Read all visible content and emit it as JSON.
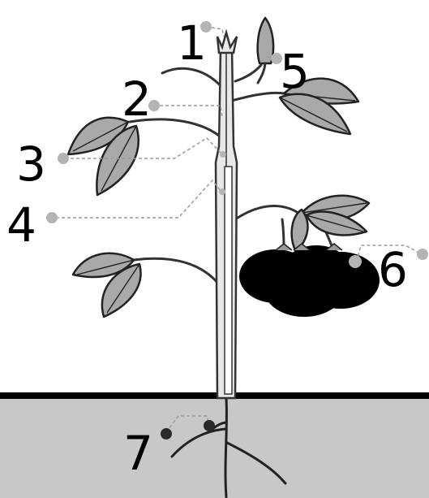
{
  "labels": [
    {
      "id": "1",
      "text": "1"
    },
    {
      "id": "2",
      "text": "2"
    },
    {
      "id": "3",
      "text": "3"
    },
    {
      "id": "4",
      "text": "4"
    },
    {
      "id": "5",
      "text": "5"
    },
    {
      "id": "6",
      "text": "6"
    },
    {
      "id": "7",
      "text": "7"
    }
  ],
  "colors": {
    "soil": "#c8c8c8",
    "ground_line": "#000000",
    "leaf": "#a9a9a9",
    "fruit": "#000000",
    "leader": "#9a9a9a"
  }
}
